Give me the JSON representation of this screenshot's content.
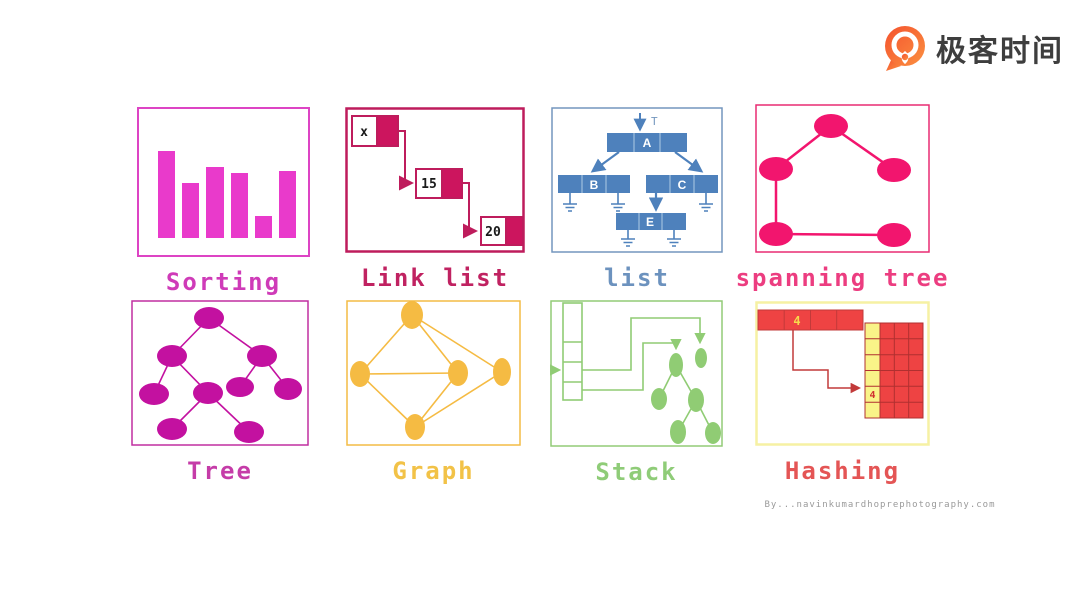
{
  "logo": {
    "brand": "极客时间"
  },
  "attribution": "By...navinkumardhoprephotography.com",
  "panels": {
    "sorting": {
      "label": "Sorting",
      "bars_pct": [
        84,
        53,
        69,
        63,
        21,
        65
      ]
    },
    "link_list": {
      "label": "Link list",
      "node1": "x",
      "node2": "15",
      "node3": "20"
    },
    "list": {
      "label": "list",
      "pointer": "T",
      "node_a": "A",
      "node_b": "B",
      "node_c": "C",
      "node_e": "E"
    },
    "spanning_tree": {
      "label": "spanning tree"
    },
    "tree": {
      "label": "Tree"
    },
    "graph": {
      "label": "Graph"
    },
    "stack": {
      "label": "Stack"
    },
    "hashing": {
      "label": "Hashing",
      "key_value": "4",
      "bucket_value": "4"
    }
  },
  "colors": {
    "sorting_bar": "#e93acb",
    "sorting_label": "#cf3bb8",
    "link_list": "#be1c5c",
    "list_fill": "#4e81bc",
    "list_label": "#6c92be",
    "spanning_tree": "#f2156e",
    "tree": "#c311a0",
    "graph": "#f5bb43",
    "stack": "#90cc74",
    "hashing_red": "#ee4343",
    "hashing_yellow": "#f9f388",
    "hashing_label": "#e45050",
    "logo_orange": "#f5683f"
  }
}
